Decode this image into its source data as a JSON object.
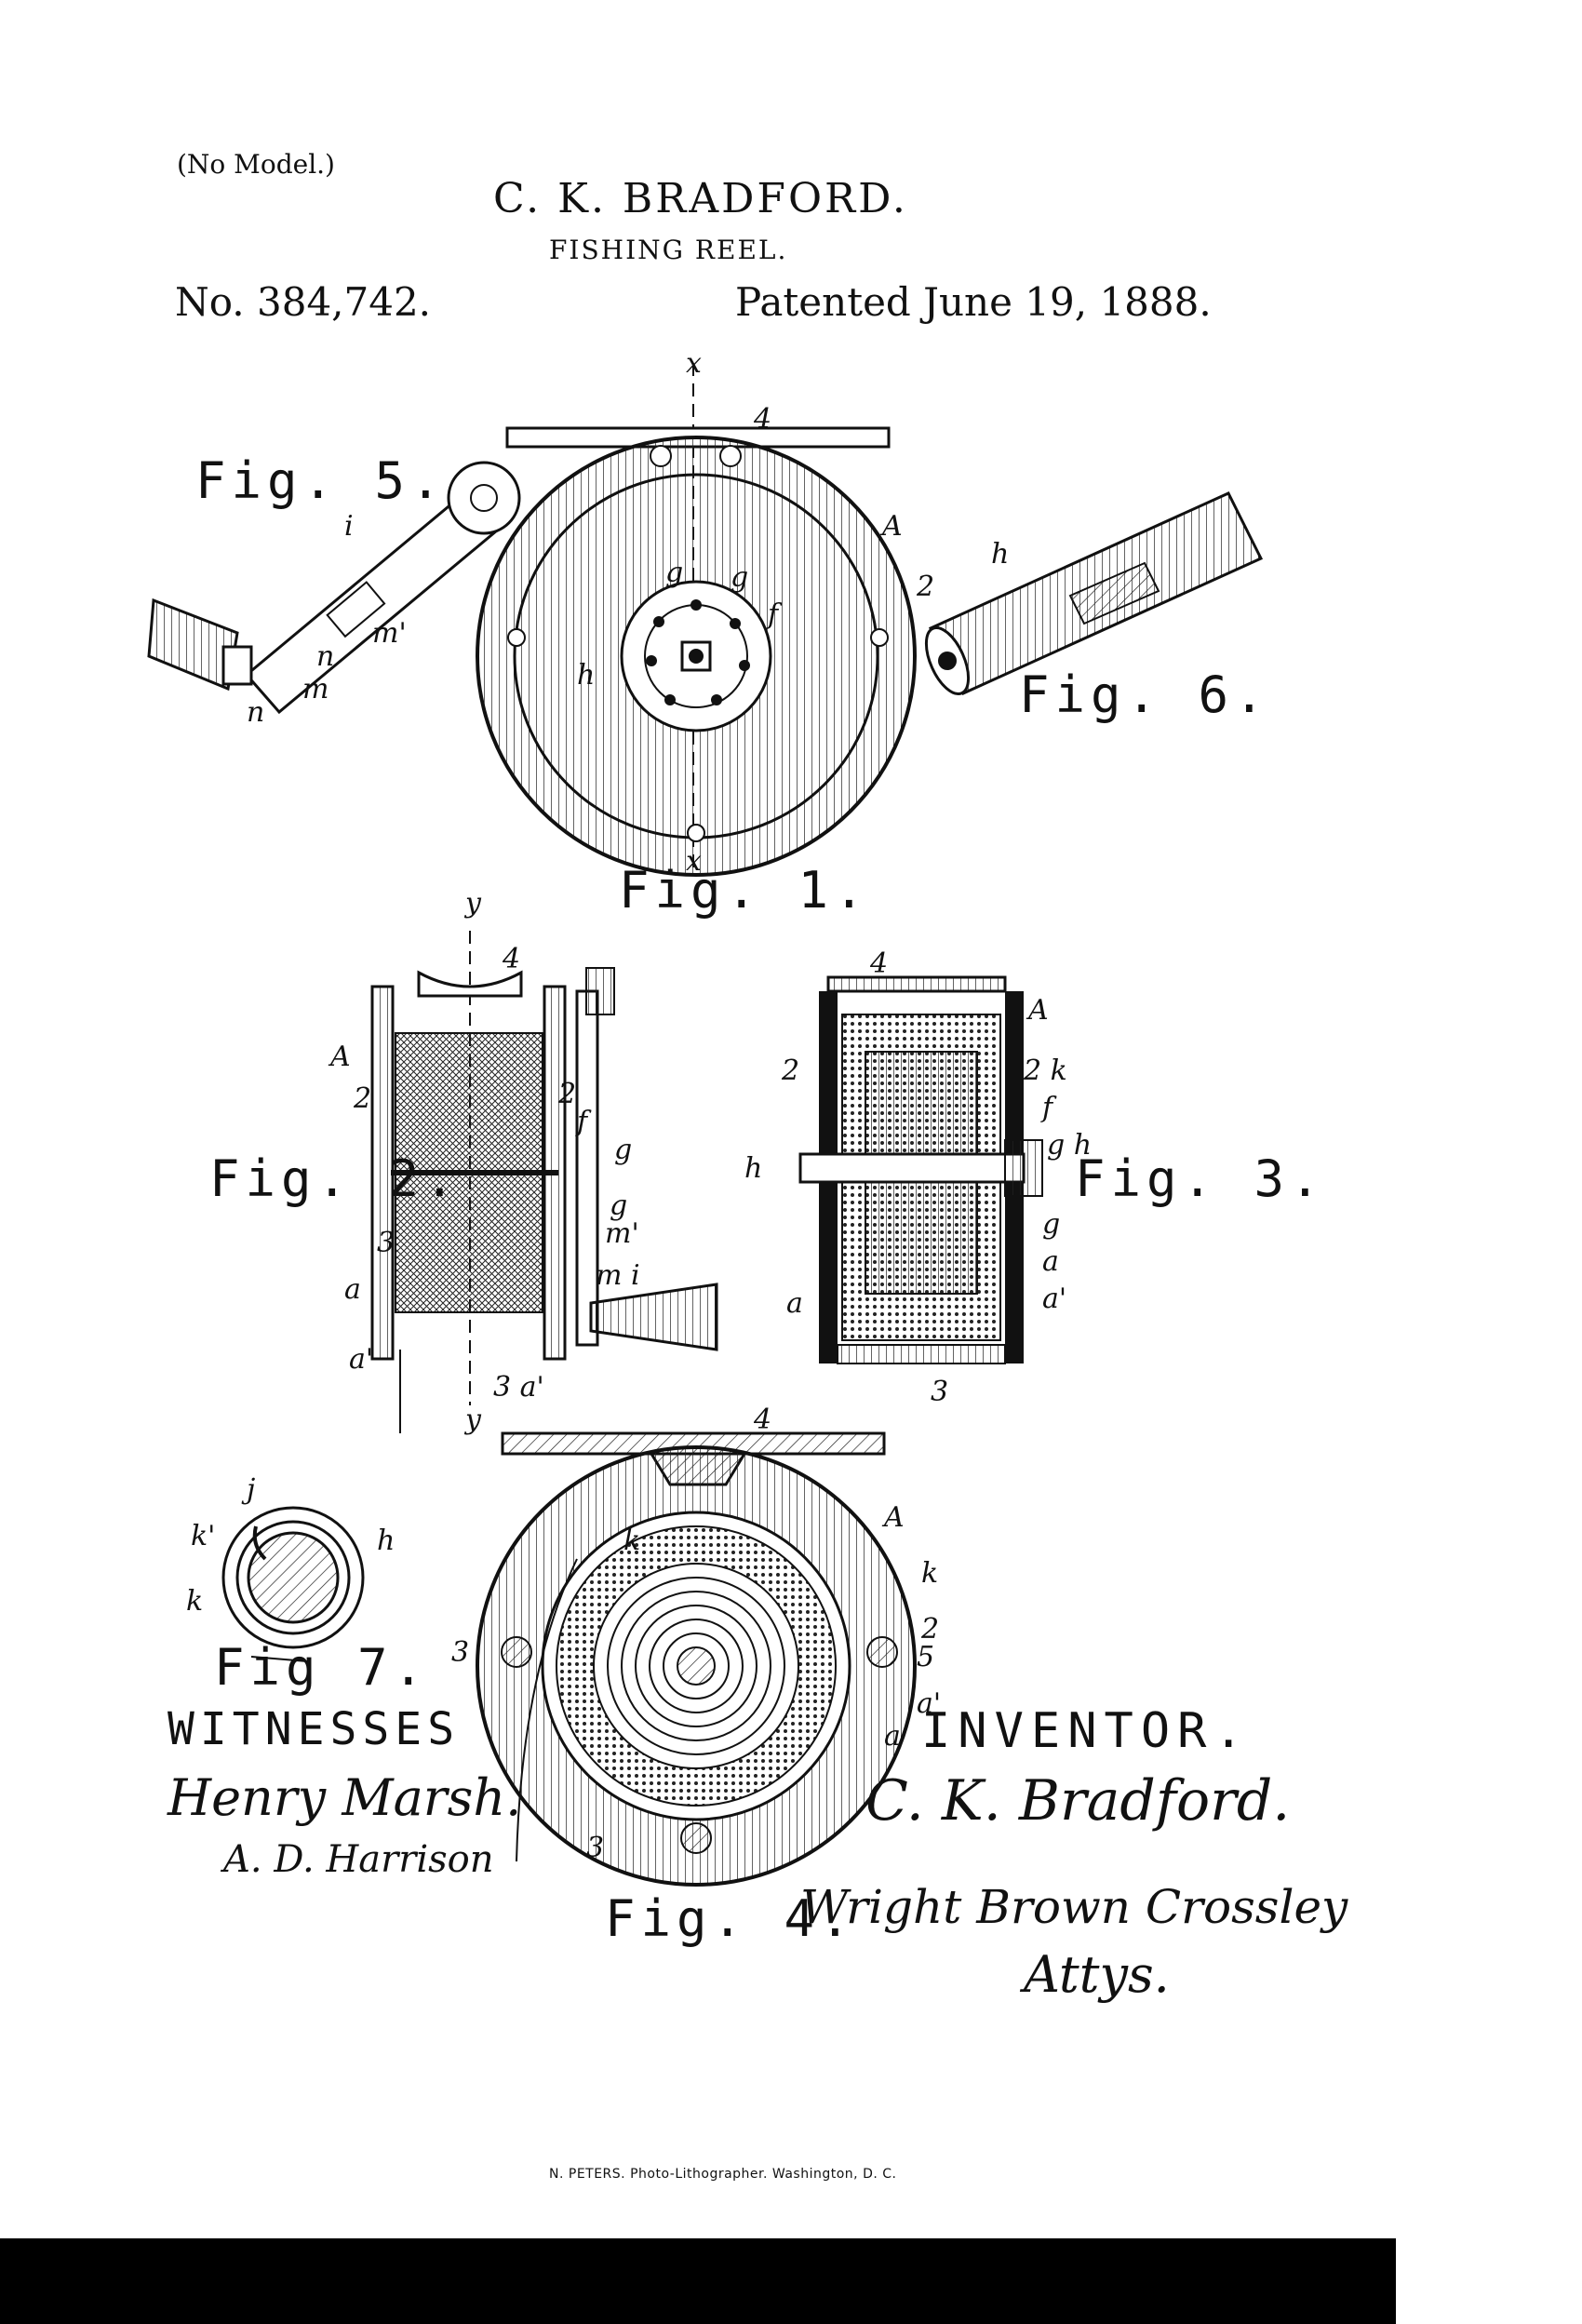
{
  "header": {
    "no_model": "(No Model.)",
    "inventor": "C. K. BRADFORD.",
    "title": "FISHING REEL.",
    "patent_number": "No. 384,742.",
    "patent_date": "Patented June 19, 1888."
  },
  "figures": {
    "fig1": "Fig. 1.",
    "fig2": "Fig. 2.",
    "fig3": "Fig. 3.",
    "fig4": "Fig. 4.",
    "fig5": "Fig. 5.",
    "fig6": "Fig. 6.",
    "fig7": "Fig 7."
  },
  "witnesses": {
    "label": "WITNESSES",
    "names": [
      "Henry Marsh.",
      "A. D. Harrison"
    ]
  },
  "inventor_block": {
    "label": "INVENTOR.",
    "signature": "C. K. Bradford.",
    "attorneys": "Wright Brown Crossley",
    "attys": "Attys."
  },
  "printer": "N. PETERS. Photo-Lithographer. Washington, D. C."
}
